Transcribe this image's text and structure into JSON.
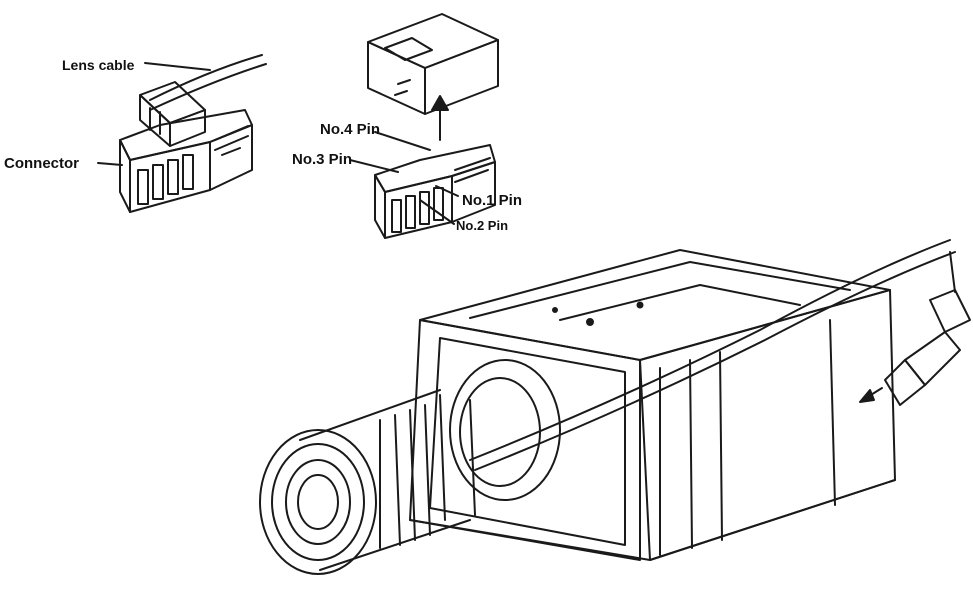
{
  "labels": {
    "lens_cable": "Lens cable",
    "connector": "Connector",
    "pin4": "No.4 Pin",
    "pin3": "No.3 Pin",
    "pin1": "No.1 Pin",
    "pin2": "No.2 Pin"
  },
  "colors": {
    "line": "#1a1a1a",
    "background": "#ffffff"
  }
}
